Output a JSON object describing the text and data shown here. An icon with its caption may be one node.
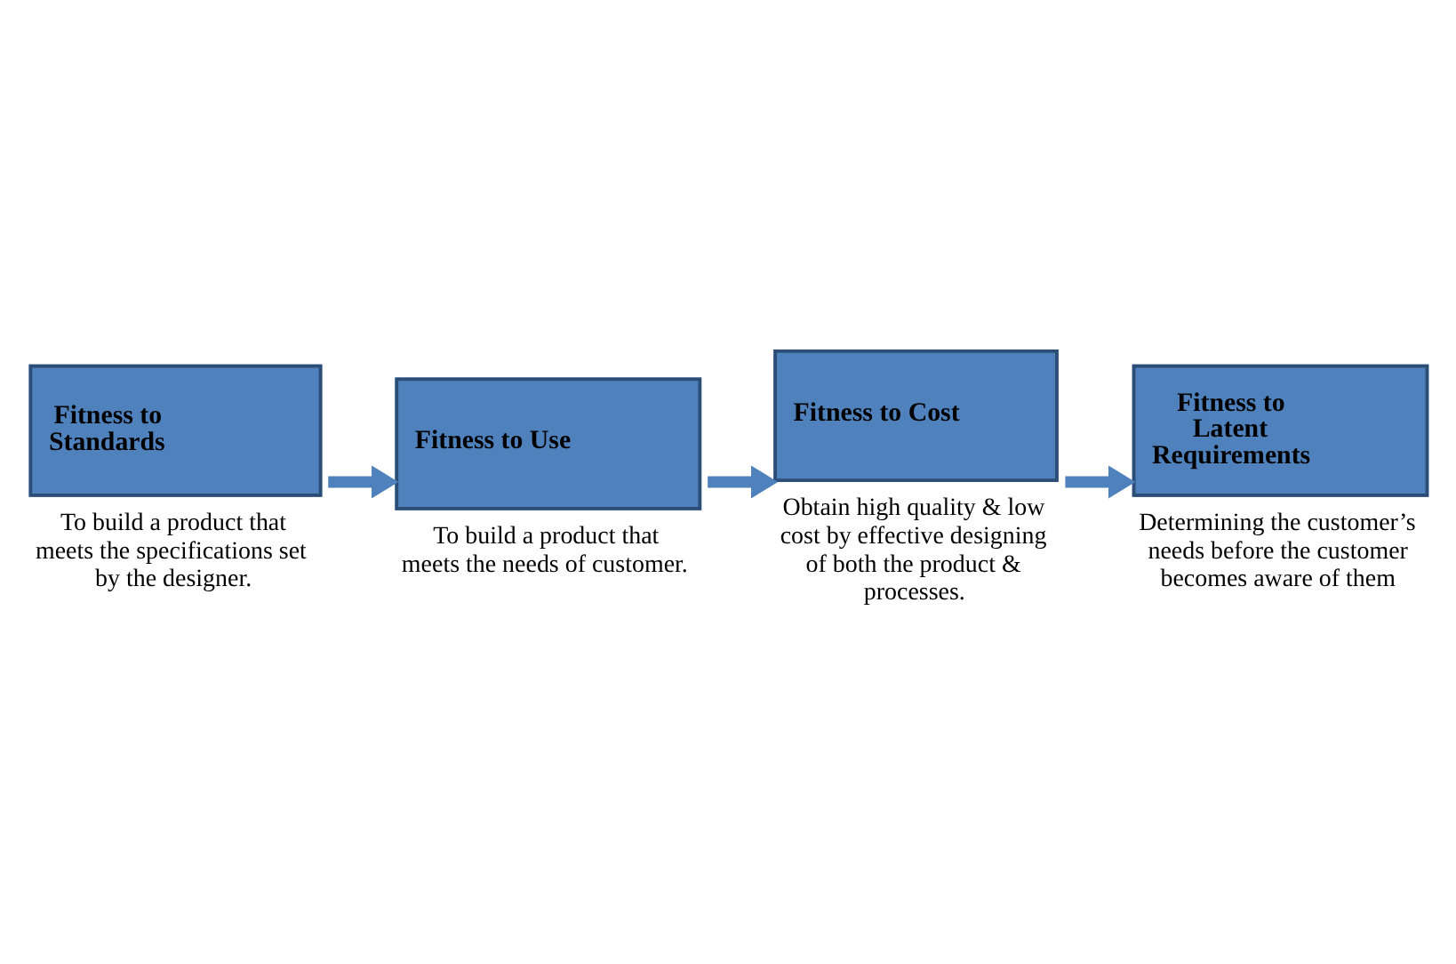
{
  "diagram": {
    "nodes": [
      {
        "text": [
          "Fitness to Standards"
        ],
        "beside": [
          "To build a product that meets the specifications set by the designer."
        ]
      },
      {
        "text": [
          "Fitness to Use"
        ],
        "beside": [
          "To build a product that meets the needs of customer."
        ]
      },
      {
        "text": [
          "Fitness to Cost"
        ],
        "beside": [
          "Obtain high quality & low cost by effective designing of both the product & processes."
        ]
      },
      {
        "text": [
          "Fitness to Latent Requirements"
        ],
        "beside": [
          "Determining the customer’s needs before the customer becomes aware of them"
        ]
      }
    ],
    "edges": [
      {
        "from": 0,
        "to": 1,
        "arrow": "to"
      },
      {
        "from": 1,
        "to": 2,
        "arrow": "to"
      },
      {
        "from": 2,
        "to": 3,
        "arrow": "to"
      }
    ]
  }
}
